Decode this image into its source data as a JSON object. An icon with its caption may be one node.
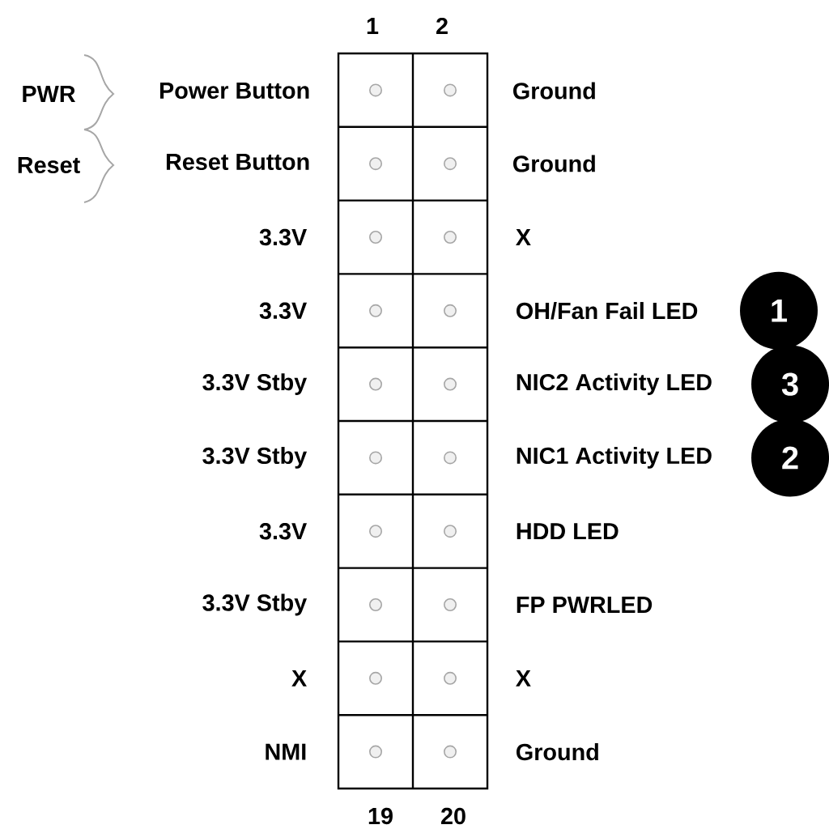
{
  "diagram": {
    "nodes": [
      {
        "text": [
          "1"
        ]
      },
      {
        "text": [
          "3"
        ]
      },
      {
        "text": [
          "2"
        ]
      }
    ],
    "labels": [
      "1",
      "2",
      "PWR",
      "Power Button",
      "Ground",
      "Reset",
      "Reset Button",
      "Ground",
      "3.3V",
      "X",
      "3.3V",
      "OH/Fan Fail LED",
      "3.3V Stby",
      "NIC2 Activity LED",
      "3.3V Stby",
      "NIC1 Activity LED",
      "3.3V",
      "HDD LED",
      "3.3V Stby",
      "FP PWRLED",
      "X",
      "X",
      "NMI",
      "Ground",
      "19",
      "20"
    ]
  }
}
